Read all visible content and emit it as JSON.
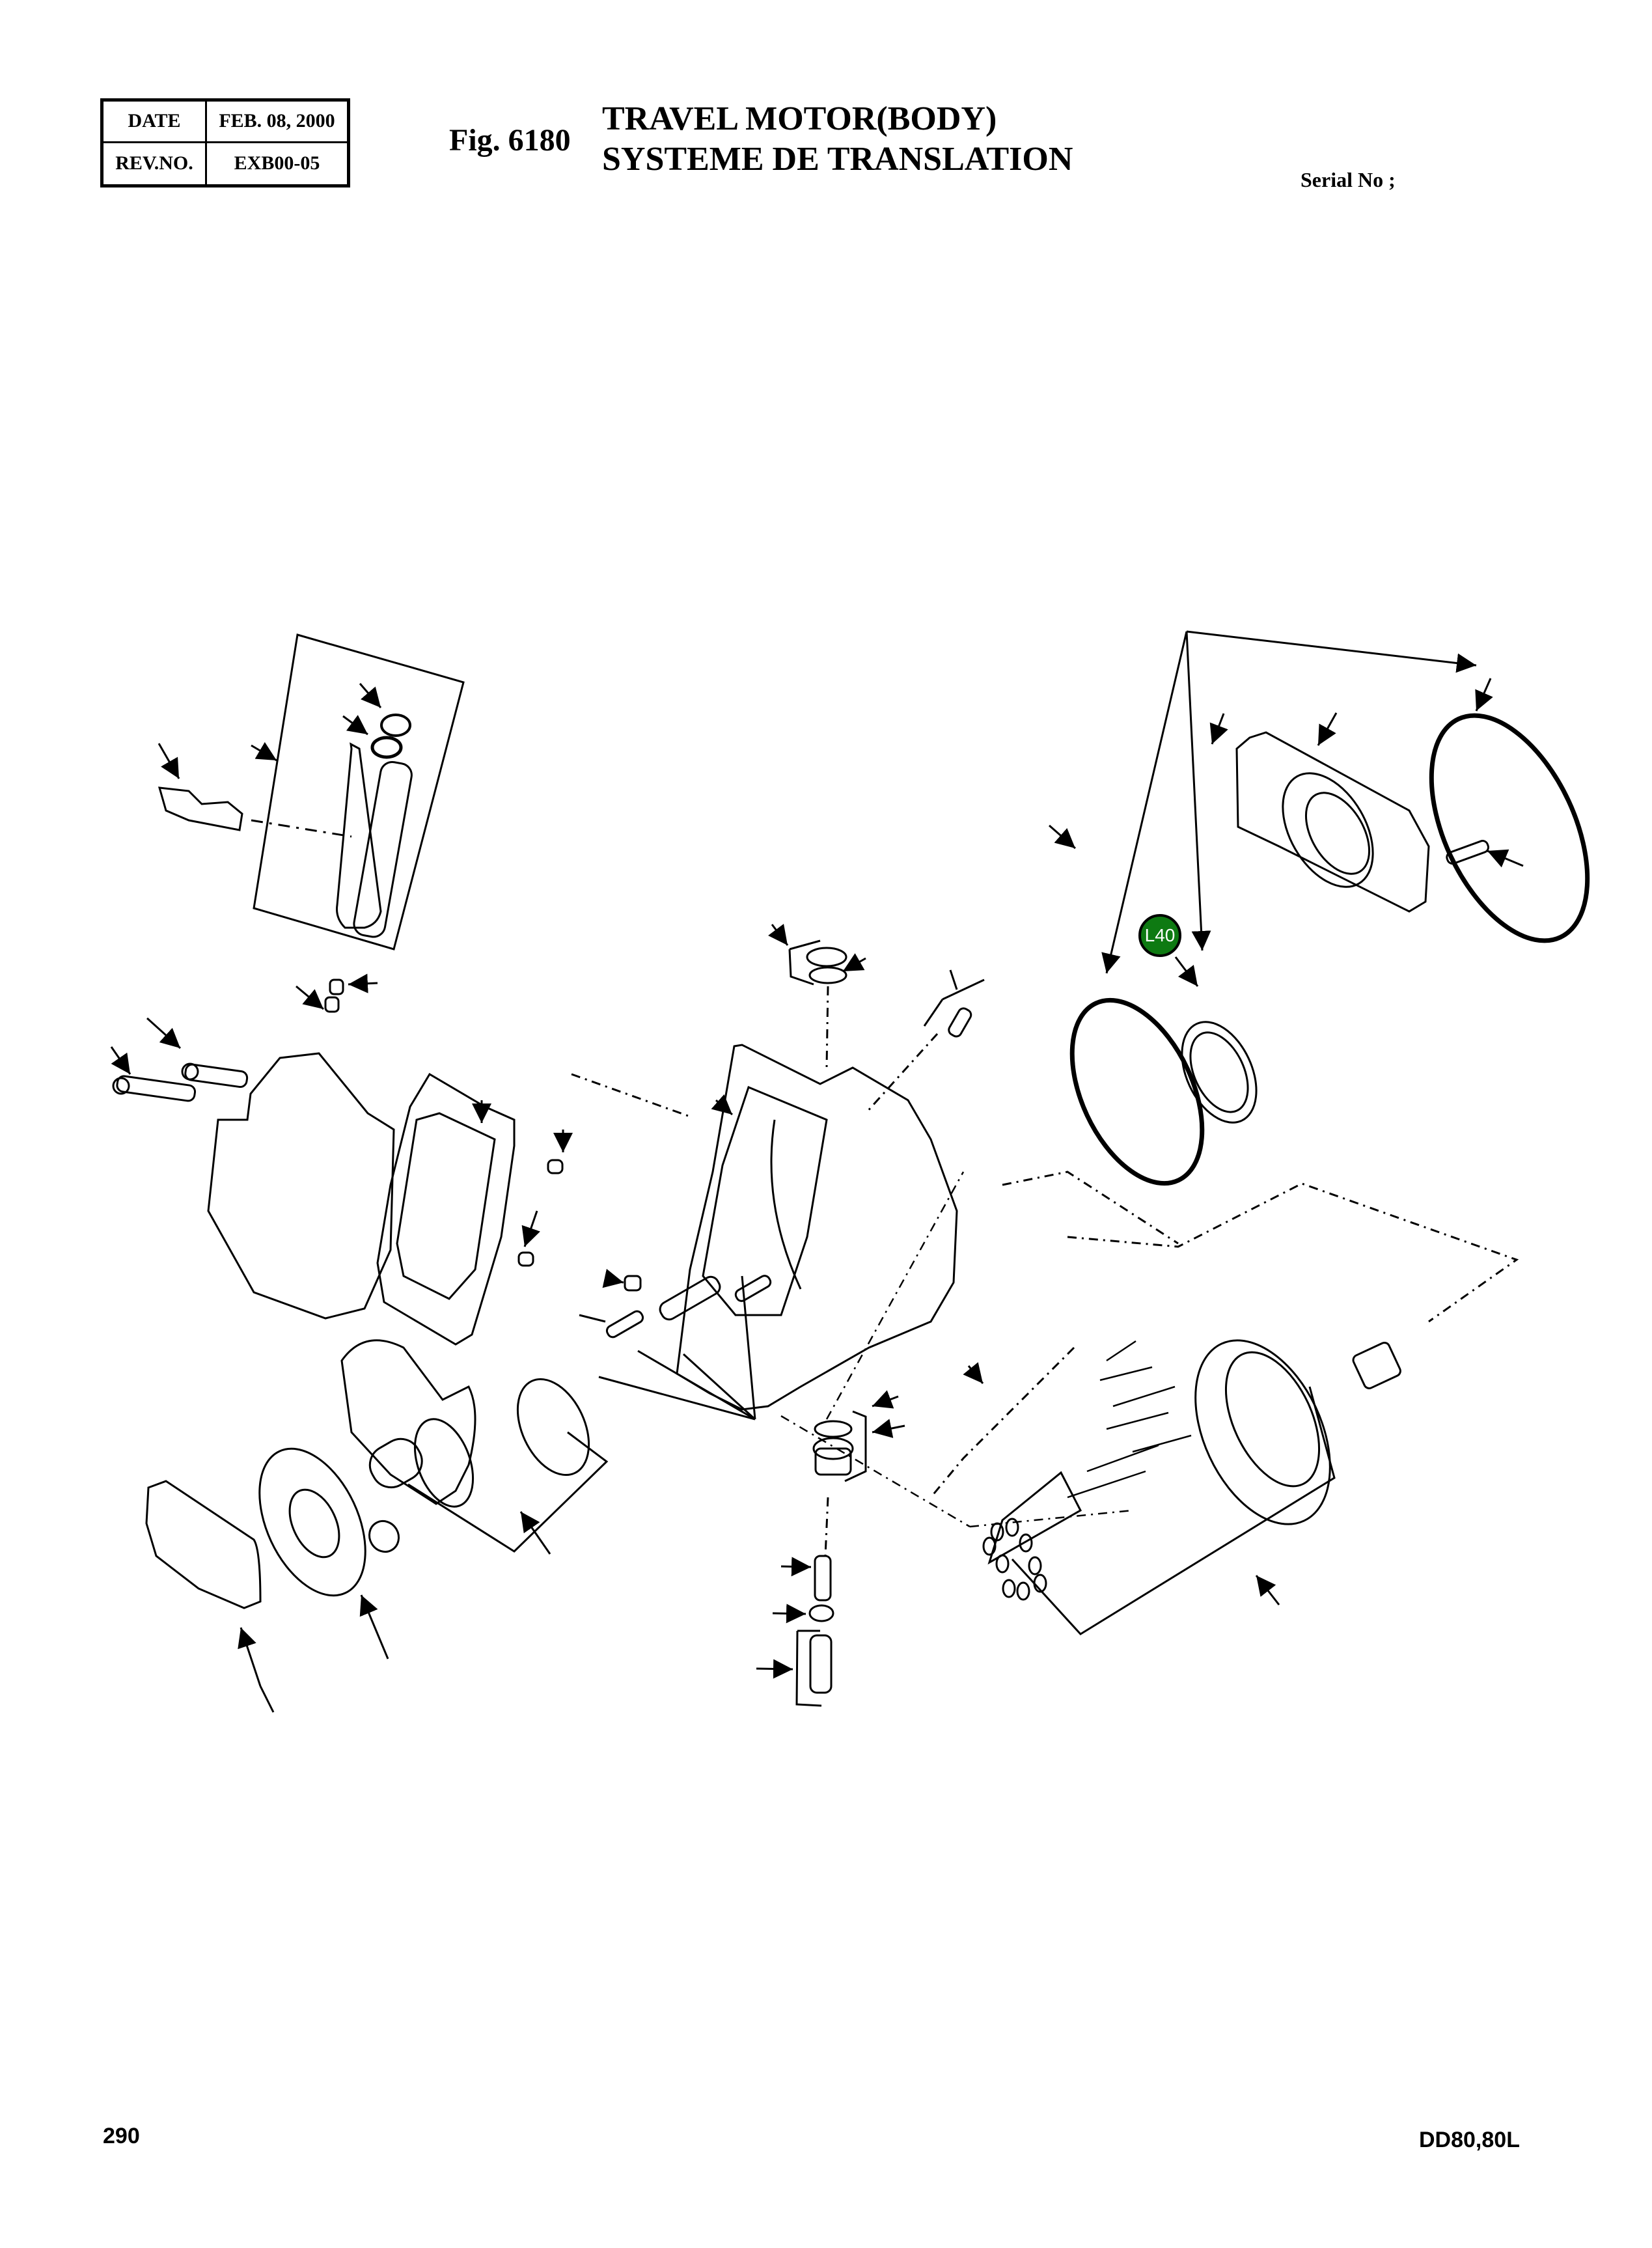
{
  "header": {
    "revision_table": {
      "date_label": "DATE",
      "date_value": "FEB. 08, 2000",
      "rev_label": "REV.NO.",
      "rev_value": "EXB00-05"
    },
    "figure_number": "Fig. 6180",
    "title_line1": "TRAVEL MOTOR(BODY)",
    "title_line2": "SYSTEME DE TRANSLATION",
    "serial_label": "Serial No ;"
  },
  "diagram": {
    "description": "Exploded parts view of travel motor body",
    "callouts": [
      {
        "label": "L40",
        "color": "#0e7a12"
      }
    ]
  },
  "footer": {
    "page_number": "290",
    "model": "DD80,80L"
  }
}
